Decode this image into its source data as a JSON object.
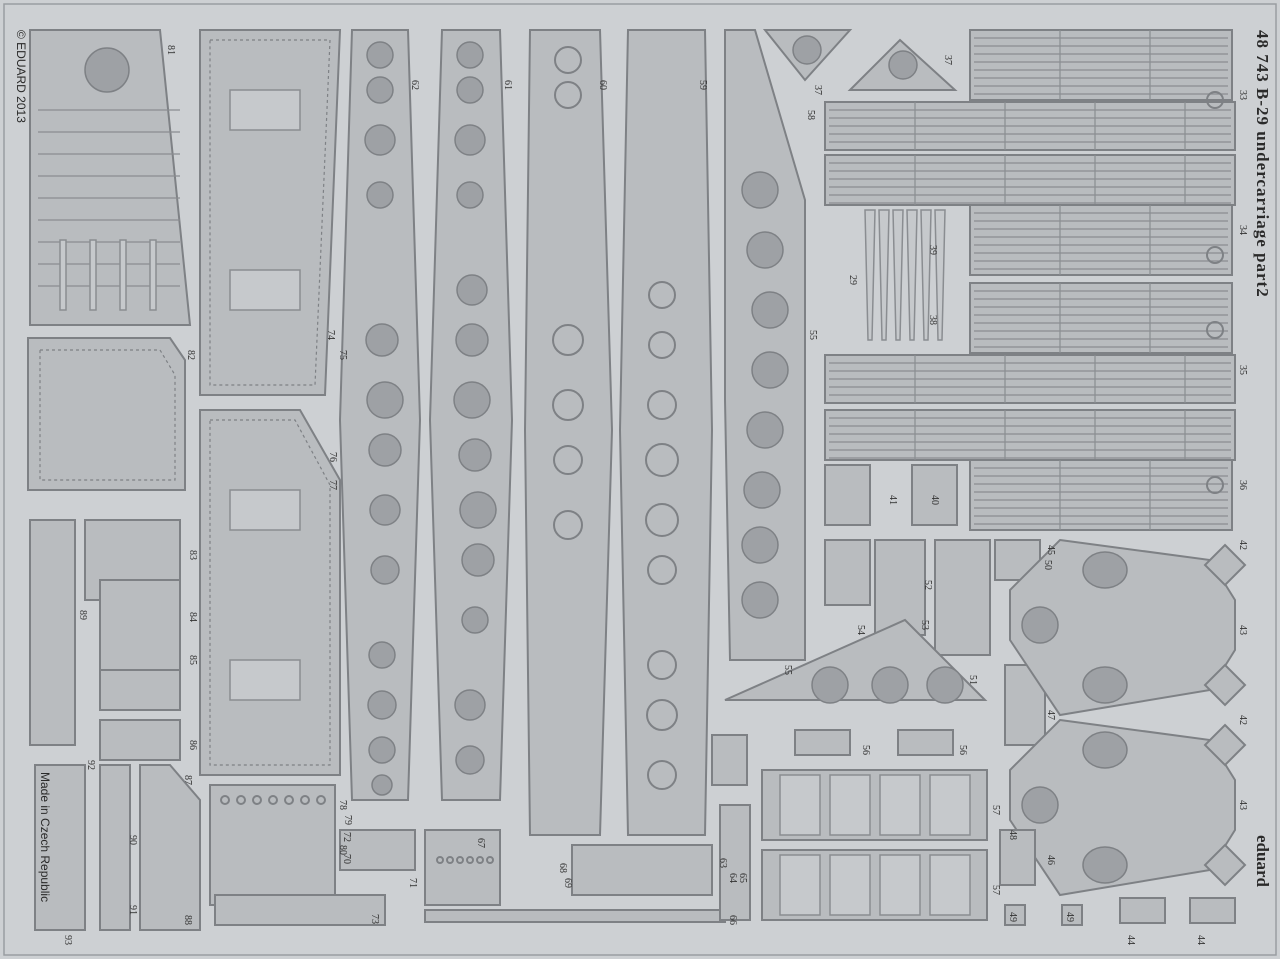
{
  "sheet": {
    "title": "48 743  B-29 undercarriage  part2",
    "brand": "eduard",
    "copyright": "© EDUARD 2013",
    "origin": "Made in Czech Republic"
  },
  "part_numbers": [
    "81",
    "82",
    "62",
    "61",
    "60",
    "59",
    "58",
    "55",
    "55",
    "37",
    "37",
    "33",
    "34",
    "35",
    "36",
    "39",
    "38",
    "29",
    "41",
    "40",
    "42",
    "43",
    "42",
    "43",
    "44",
    "44",
    "45",
    "46",
    "47",
    "48",
    "49",
    "49",
    "50",
    "51",
    "52",
    "53",
    "54",
    "56",
    "56",
    "57",
    "57",
    "63",
    "64",
    "65",
    "66",
    "67",
    "68",
    "69",
    "70",
    "71",
    "72",
    "73",
    "74",
    "75",
    "76",
    "77",
    "78",
    "79",
    "80",
    "83",
    "84",
    "85",
    "86",
    "87",
    "88",
    "89",
    "90",
    "91",
    "92",
    "93"
  ]
}
